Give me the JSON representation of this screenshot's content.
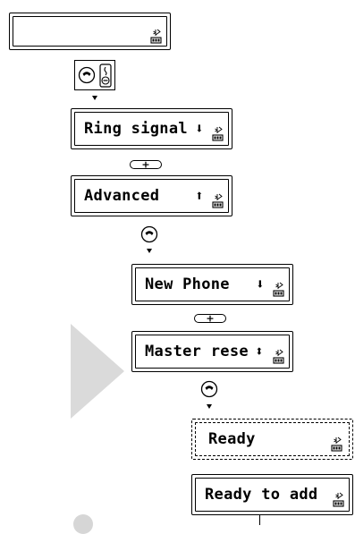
{
  "screens": [
    {
      "id": "idle",
      "text": ""
    },
    {
      "id": "ring_signal",
      "text": "Ring signal",
      "indicator": "⬇"
    },
    {
      "id": "advanced",
      "text": "Advanced",
      "indicator": "⬆"
    },
    {
      "id": "new_phone",
      "text": "New Phone",
      "indicator": "⬇"
    },
    {
      "id": "master_reset",
      "text": "Master rese",
      "indicator": "⬍"
    },
    {
      "id": "ready",
      "text": "Ready",
      "indicator": ""
    },
    {
      "id": "ready_to_add",
      "text": "Ready to add",
      "indicator": ""
    }
  ],
  "keys": {
    "plus_label": "+",
    "call_icon": "call-key-icon",
    "voice_icon": "voice-dial-icon"
  },
  "status_icon": "bluetooth-battery-icon"
}
